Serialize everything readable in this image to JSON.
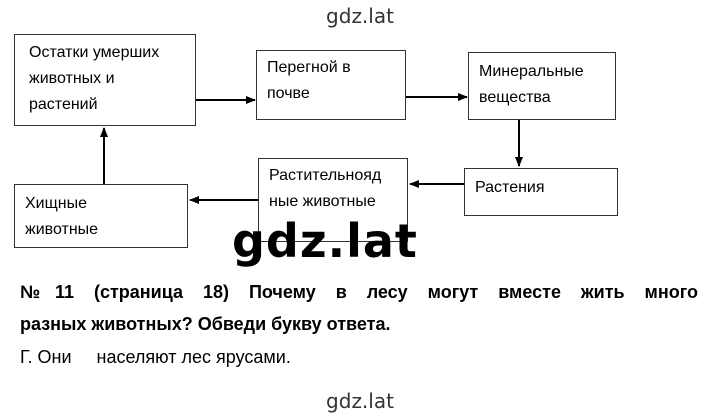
{
  "watermark": {
    "top": "gdz.lat",
    "center": "gdz.lat",
    "bottom": "gdz.lat"
  },
  "diagram": {
    "nodes": [
      {
        "id": "remains",
        "lines": [
          "Остатки умерших",
          "животных и",
          "растений"
        ]
      },
      {
        "id": "humus",
        "lines": [
          "Перегной в",
          "почве"
        ]
      },
      {
        "id": "minerals",
        "lines": [
          "Минеральные",
          "вещества"
        ]
      },
      {
        "id": "plants",
        "lines": [
          "Растения"
        ]
      },
      {
        "id": "herbivores",
        "lines": [
          "Растительнояд",
          "ные животные"
        ]
      },
      {
        "id": "predators",
        "lines": [
          "Хищные",
          "животные"
        ]
      }
    ]
  },
  "task": {
    "question_line1": "№11 (страница 18) Почему в лесу могут вместе жить много",
    "question_line2": "разных животных? Обведи букву ответа.",
    "answer": "Г. Они     населяют лес ярусами."
  }
}
